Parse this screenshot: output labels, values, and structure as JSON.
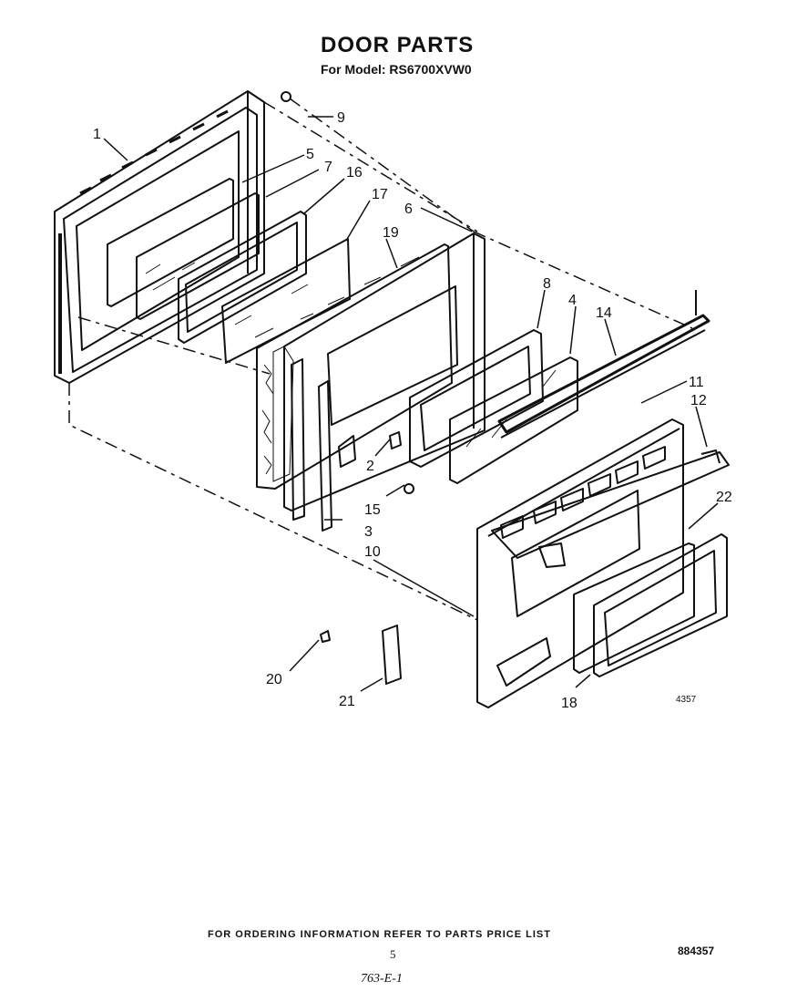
{
  "header": {
    "title": "DOOR PARTS",
    "subtitle": "For Model: RS6700XVW0"
  },
  "callouts": {
    "c1": "1",
    "c2": "2",
    "c3": "3",
    "c4": "4",
    "c5": "5",
    "c6": "6",
    "c7": "7",
    "c8": "8",
    "c9": "9",
    "c10": "10",
    "c11": "11",
    "c12": "12",
    "c14": "14",
    "c15": "15",
    "c16": "16",
    "c17": "17",
    "c18": "18",
    "c19": "19",
    "c20": "20",
    "c21": "21",
    "c22": "22"
  },
  "diagram": {
    "figure_id": "4357"
  },
  "footer": {
    "ordering_note": "FOR ORDERING INFORMATION REFER TO PARTS PRICE LIST",
    "page_number": "5",
    "document_number": "884357",
    "handwritten_note": "763-E-1"
  }
}
